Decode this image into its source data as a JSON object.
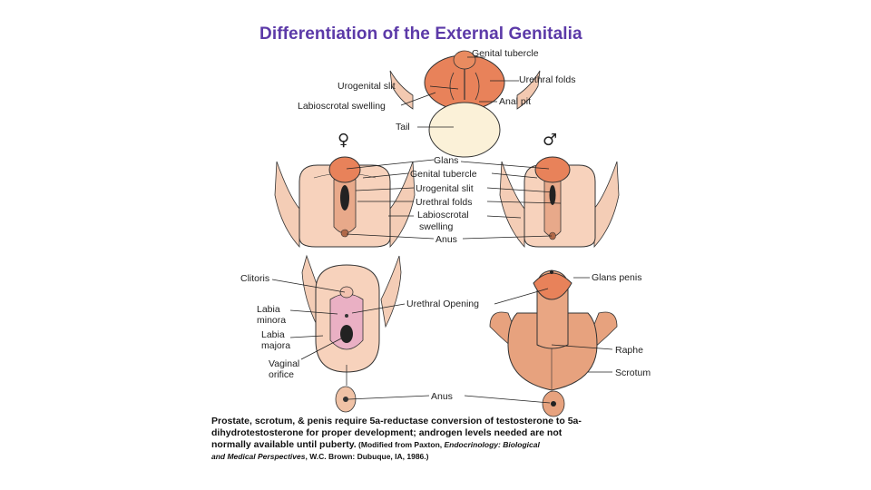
{
  "title": "Differentiation of the External Genitalia",
  "symbols": {
    "female": "♀",
    "male": "♂"
  },
  "labels": {
    "genital_tubercle_top": "Genital tubercle",
    "urethral_folds_top": "Urethral folds",
    "urogenital_slit_top": "Urogenital slit",
    "labioscrotal_swelling_top": "Labioscrotal swelling",
    "anal_pit": "Anal pit",
    "tail": "Tail",
    "glans": "Glans",
    "genital_tubercle_mid": "Genital tubercle",
    "urogenital_slit_mid": "Urogenital slit",
    "urethral_folds_mid": "Urethral folds",
    "labioscrotal_mid_1": "Labioscrotal",
    "labioscrotal_mid_2": "swelling",
    "anus_mid": "Anus",
    "clitoris": "Clitoris",
    "labia_minora_1": "Labia",
    "labia_minora_2": "minora",
    "labia_majora_1": "Labia",
    "labia_majora_2": "majora",
    "vaginal_orifice_1": "Vaginal",
    "vaginal_orifice_2": "orifice",
    "urethral_opening": "Urethral Opening",
    "glans_penis": "Glans penis",
    "raphe": "Raphe",
    "scrotum": "Scrotum",
    "anus_bottom": "Anus"
  },
  "caption": {
    "line1": "Prostate, scrotum, & penis require 5a-reductase conversion of testosterone to 5a-",
    "line2": "dihydrotestosterone for proper development; androgen levels needed are not",
    "line3_bold": "normally available until puberty.",
    "line3_small": " (Modified from Paxton, ",
    "line3_italic": "Endocrinology: Biological",
    "line4_italic": "and Medical Perspectives",
    "line4_small": ", W.C. Brown: Dubuque, IA, 1986.)"
  },
  "colors": {
    "title": "#5c3aa8",
    "tubercle": "#e8825a",
    "skin": "#f7d2bc",
    "skin_dark": "#e8a98a",
    "tail": "#fbf1d8",
    "male_skin": "#e7a27e"
  }
}
